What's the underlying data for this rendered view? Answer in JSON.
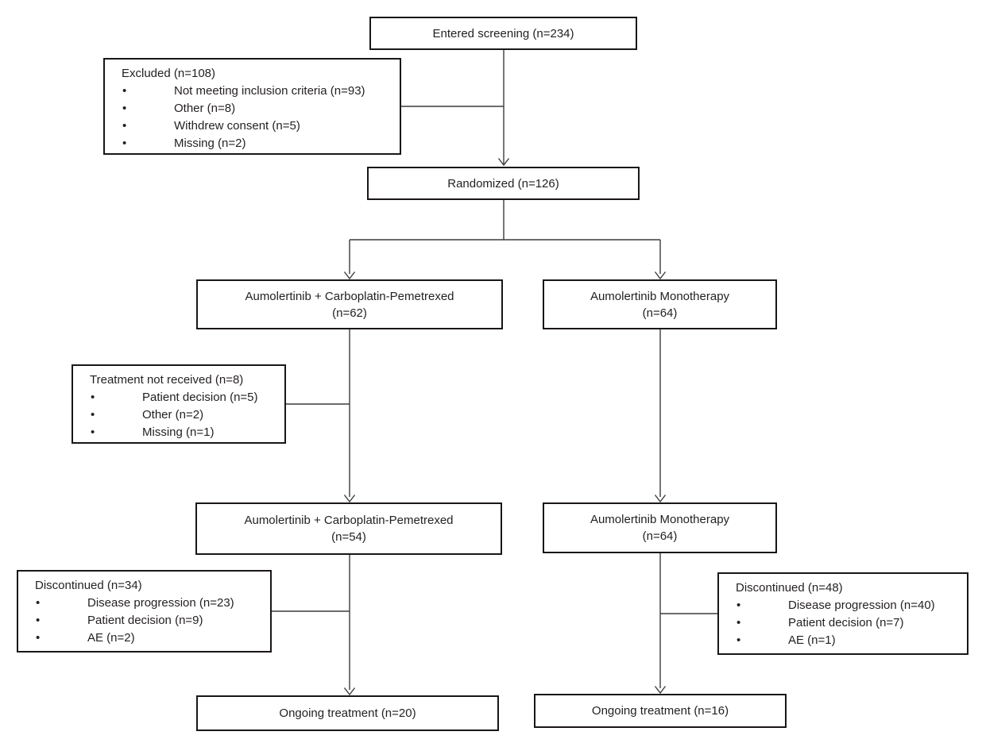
{
  "colors": {
    "background": "#ffffff",
    "box_border": "#1a1618",
    "connector_line": "#3c3c3c",
    "text": "#231f20"
  },
  "flow": {
    "screening": {
      "label": "Entered screening (n=234)"
    },
    "excluded": {
      "title": "Excluded (n=108)",
      "items": [
        "Not meeting inclusion criteria (n=93)",
        "Other (n=8)",
        "Withdrew consent (n=5)",
        "Missing (n=2)"
      ]
    },
    "randomized": {
      "label": "Randomized (n=126)"
    },
    "arm1_allocated": {
      "line1": "Aumolertinib + Carboplatin-Pemetrexed",
      "line2": "(n=62)"
    },
    "arm2_allocated": {
      "line1": "Aumolertinib Monotherapy",
      "line2": "(n=64)"
    },
    "treatment_not_received": {
      "title": "Treatment not received (n=8)",
      "items": [
        "Patient decision (n=5)",
        "Other (n=2)",
        "Missing (n=1)"
      ]
    },
    "arm1_treated": {
      "line1": "Aumolertinib + Carboplatin-Pemetrexed",
      "line2": "(n=54)"
    },
    "arm2_treated": {
      "line1": "Aumolertinib Monotherapy",
      "line2": "(n=64)"
    },
    "arm1_discontinued": {
      "title": "Discontinued (n=34)",
      "items": [
        "Disease progression (n=23)",
        "Patient decision (n=9)",
        "AE (n=2)"
      ]
    },
    "arm2_discontinued": {
      "title": "Discontinued (n=48)",
      "items": [
        "Disease progression (n=40)",
        "Patient decision (n=7)",
        "AE (n=1)"
      ]
    },
    "arm1_ongoing": {
      "label": "Ongoing treatment (n=20)"
    },
    "arm2_ongoing": {
      "label": "Ongoing treatment (n=16)"
    }
  }
}
